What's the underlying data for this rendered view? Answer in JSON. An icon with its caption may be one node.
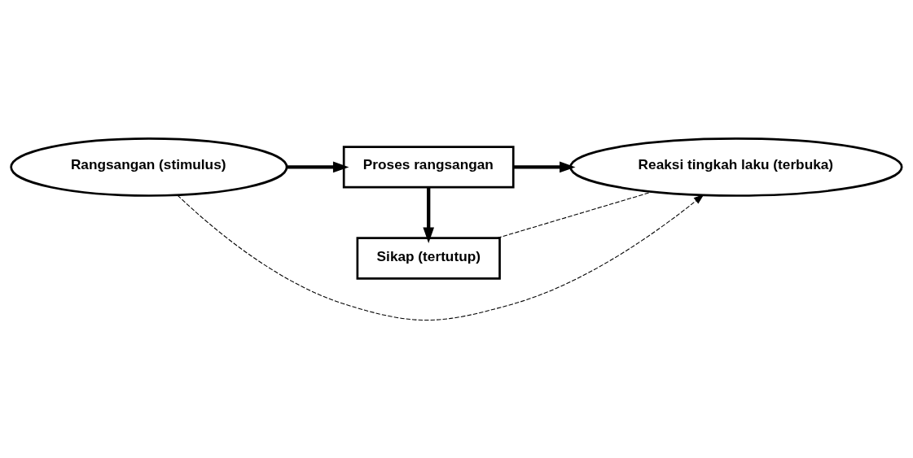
{
  "diagram": {
    "nodes": [
      {
        "text": [
          "Rangsangan (stimulus)"
        ]
      },
      {
        "text": [
          "Proses rangsangan"
        ]
      },
      {
        "text": [
          "Reaksi tingkah laku (terbuka)"
        ]
      },
      {
        "text": [
          "Sikap (tertutup)"
        ]
      }
    ],
    "edges": [
      {
        "from": 0,
        "to": 1,
        "arrow": "to"
      },
      {
        "from": 1,
        "to": 2,
        "arrow": "to"
      },
      {
        "from": 1,
        "to": 3,
        "arrow": "to"
      },
      {
        "from": 0,
        "to": 2,
        "arrow": "to",
        "style": "dashed"
      },
      {
        "from": 3,
        "to": 2,
        "arrow": "none",
        "style": "dashed"
      }
    ]
  }
}
